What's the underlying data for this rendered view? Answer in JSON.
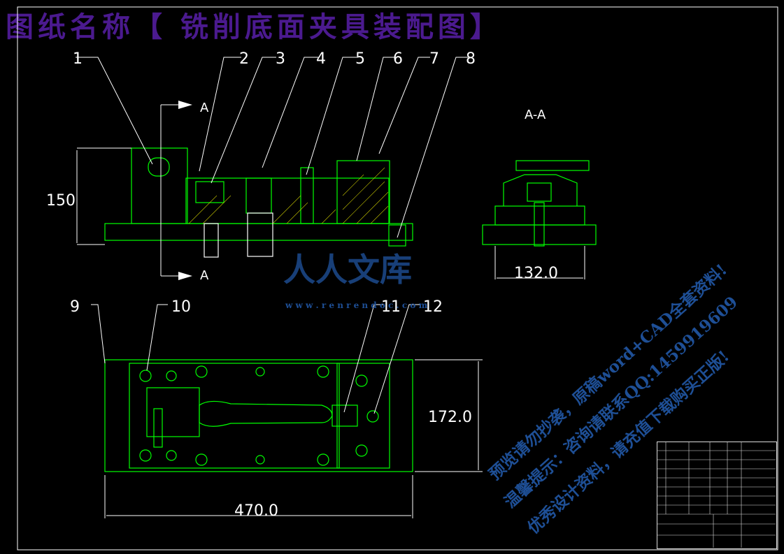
{
  "title": "图纸名称【 铣削底面夹具装配图】",
  "section_label": "A-A",
  "section_marker": "A",
  "part_numbers": [
    "1",
    "2",
    "3",
    "4",
    "5",
    "6",
    "7",
    "8",
    "9",
    "10",
    "11",
    "12"
  ],
  "dimensions": {
    "height": "150",
    "aa_width": "132.0",
    "plan_height": "172.0",
    "length": "470.0"
  },
  "watermark": {
    "logo": "人人文库",
    "url": "w w w . r e n r e n d o c . c o m",
    "line1": "预览请勿抄袭，原稿word+CAD全套资料!",
    "line2": "温馨提示：咨询请联系QQ:1459919609",
    "line3": "优秀设计资料，请充值下载购买正版!"
  },
  "colors": {
    "part": "#00ff00",
    "line": "#ffffff",
    "hatch": "#c8c800",
    "title": "#4b1a8f",
    "watermark": "#1e4f96"
  }
}
